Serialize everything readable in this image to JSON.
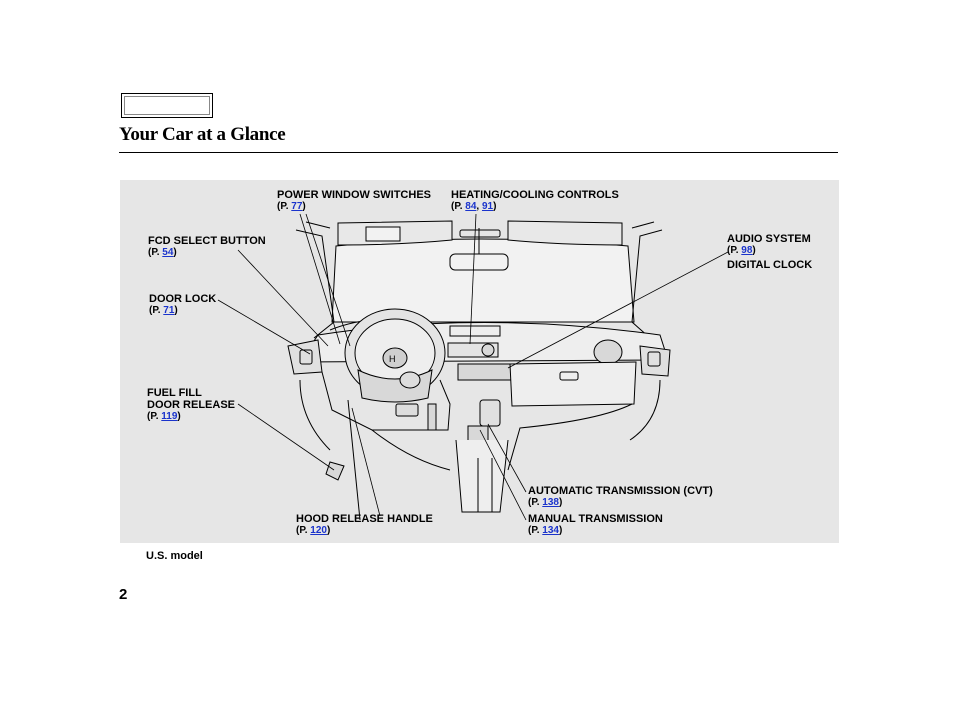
{
  "page": {
    "title": "Your Car at a Glance",
    "page_number": "2",
    "footnote": "U.S. model"
  },
  "callouts": {
    "power_window": {
      "label": "POWER WINDOW SWITCHES",
      "pages": [
        "77"
      ]
    },
    "heating_cooling": {
      "label": "HEATING/COOLING CONTROLS",
      "pages": [
        "84",
        "91"
      ]
    },
    "fcd_select": {
      "label": "FCD SELECT BUTTON",
      "pages": [
        "54"
      ]
    },
    "audio_system": {
      "label": "AUDIO SYSTEM",
      "pages": [
        "98"
      ]
    },
    "digital_clock": {
      "label": "DIGITAL CLOCK"
    },
    "door_lock": {
      "label": "DOOR LOCK",
      "pages": [
        "71"
      ]
    },
    "fuel_fill": {
      "label_line1": "FUEL FILL",
      "label_line2": "DOOR RELEASE",
      "pages": [
        "119"
      ]
    },
    "auto_trans": {
      "label": "AUTOMATIC TRANSMISSION (CVT)",
      "pages": [
        "138"
      ]
    },
    "hood_release": {
      "label": "HOOD RELEASE HANDLE",
      "pages": [
        "120"
      ]
    },
    "manual_trans": {
      "label": "MANUAL TRANSMISSION",
      "pages": [
        "134"
      ]
    }
  },
  "text": {
    "page_prefix": "(P. ",
    "close_paren": ")",
    "separator": ", "
  },
  "colors": {
    "panel_bg": "#e6e6e6",
    "link": "#1a33cc"
  }
}
